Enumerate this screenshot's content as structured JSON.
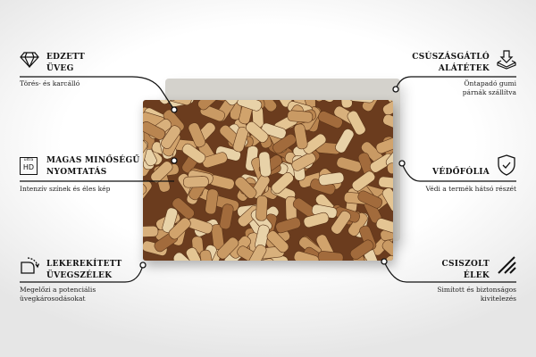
{
  "features": {
    "tempered": {
      "title1": "EDZETT",
      "title2": "ÜVEG",
      "desc": "Törés- és karcálló",
      "icon": "diamond-icon"
    },
    "print": {
      "title1": "MAGAS MINŐSÉGŰ",
      "title2": "NYOMTATÁS",
      "desc": "Intenzív színek és éles kép",
      "icon": "ultra-hd-icon",
      "icon_small": "ultra",
      "icon_big": "HD"
    },
    "rounded": {
      "title1": "LEKEREKÍTETT",
      "title2": "ÜVEGSZÉLEK",
      "desc1": "Megelőzi a potenciális",
      "desc2": "üvegkárosodásokat",
      "icon": "rounded-corner-icon"
    },
    "pads": {
      "title1": "CSÚSZÁSGÁTLÓ",
      "title2": "ALÁTÉTEK",
      "desc1": "Öntapadó gumi",
      "desc2": "párnák szállítva",
      "icon": "anti-slip-pad-icon"
    },
    "foil": {
      "title": "VÉDŐFÓLIA",
      "desc": "Védi a termék hátsó részét",
      "icon": "shield-check-icon"
    },
    "edges": {
      "title1": "CSISZOLT",
      "title2": "ÉLEK",
      "desc1": "Simított és biztonságos",
      "desc2": "kivitelezés",
      "icon": "polished-edges-icon"
    }
  },
  "colors": {
    "cork": "#c99a64",
    "accent": "#111111"
  }
}
